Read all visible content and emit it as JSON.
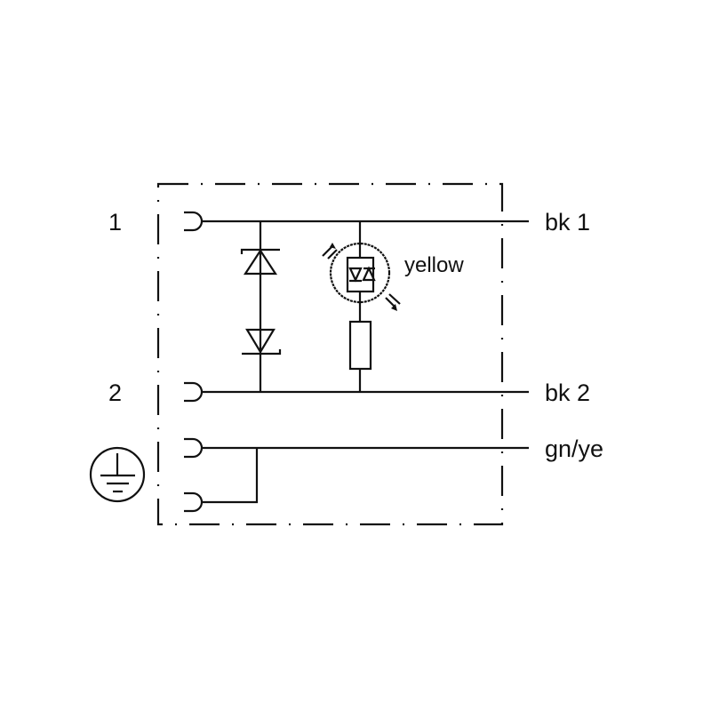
{
  "pins": {
    "pin1": "1",
    "pin2": "2"
  },
  "wires": {
    "w1": "bk 1",
    "w2": "bk 2",
    "w3": "gn/ye"
  },
  "led": {
    "color_label": "yellow"
  },
  "symbols": [
    "ground-icon",
    "zener-diode-icon",
    "led-icon",
    "resistor-icon",
    "socket-contact-icon"
  ]
}
